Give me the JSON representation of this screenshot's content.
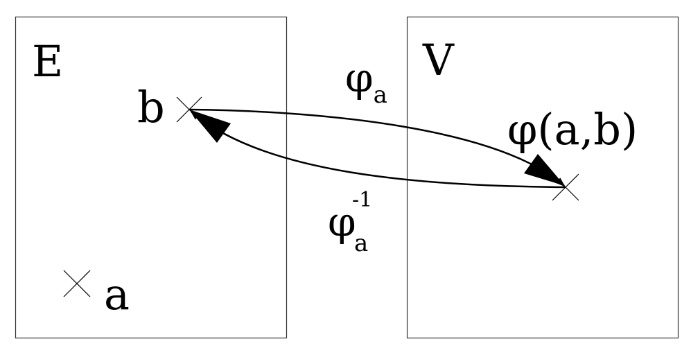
{
  "sets": {
    "left_label": "E",
    "right_label": "V"
  },
  "points": {
    "b": "b",
    "a": "a",
    "phi_ab": "φ(a,b)"
  },
  "maps": {
    "forward": {
      "symbol": "φ",
      "subscript": "a"
    },
    "inverse": {
      "symbol": "φ",
      "subscript": "a",
      "superscript": "-1"
    }
  }
}
